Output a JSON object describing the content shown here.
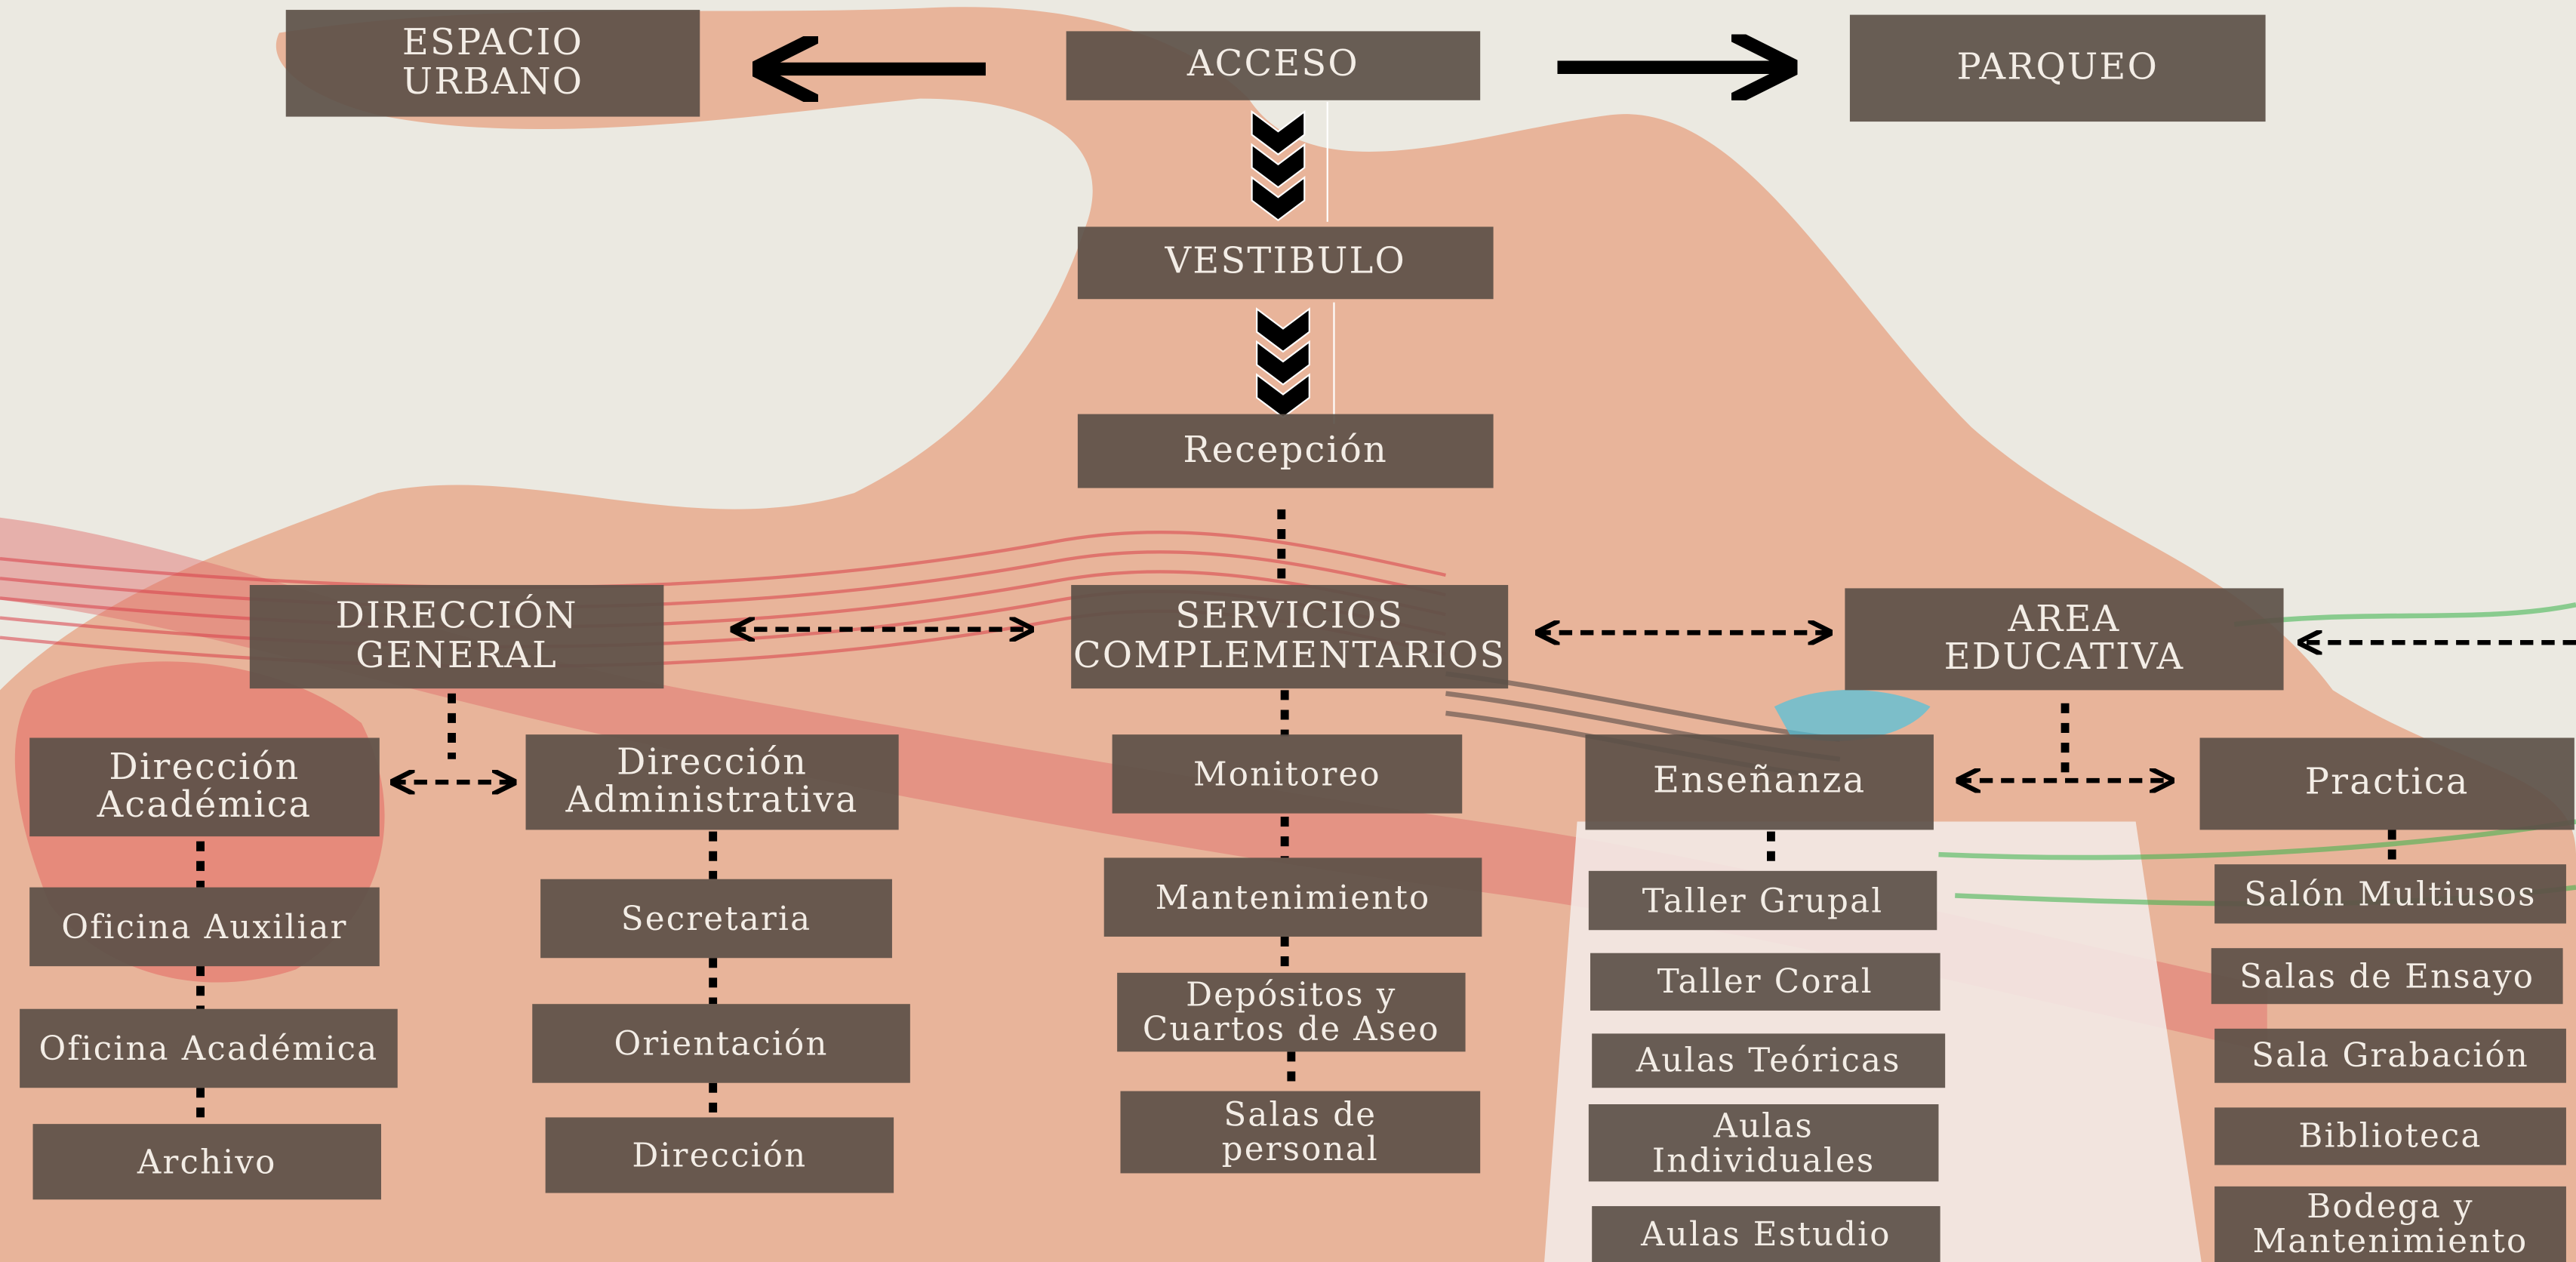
{
  "top": {
    "espacio_urbano": "ESPACIO\nURBANO",
    "acceso": "ACCESO",
    "parqueo": "PARQUEO",
    "vestibulo": "VESTIBULO",
    "recepcion": "Recepción"
  },
  "direccion_general": {
    "title": "DIRECCIÓN\nGENERAL",
    "academica": {
      "title": "Dirección\nAcadémica",
      "items": [
        "Oficina Auxiliar",
        "Oficina Académica",
        "Archivo"
      ]
    },
    "administrativa": {
      "title": "Dirección\nAdministrativa",
      "items": [
        "Secretaria",
        "Orientación",
        "Dirección"
      ]
    }
  },
  "servicios": {
    "title": "SERVICIOS\nCOMPLEMENTARIOS",
    "items": [
      "Monitoreo",
      "Mantenimiento",
      "Depósitos y\nCuartos de Aseo",
      "Salas de\npersonal"
    ]
  },
  "area_educativa": {
    "title": "AREA\nEDUCATIVA",
    "ensenanza": {
      "title": "Enseñanza",
      "items": [
        "Taller Grupal",
        "Taller Coral",
        "Aulas Teóricas",
        "Aulas\nIndividuales",
        "Aulas Estudio"
      ]
    },
    "practica": {
      "title": "Practica",
      "items": [
        "Salón Multiusos",
        "Salas de Ensayo",
        "Sala Grabación",
        "Biblioteca",
        "Bodega y\nMantenimiento"
      ]
    }
  },
  "colors": {
    "background": "#ebe9e1",
    "splash": "#e5a98c",
    "box": "#5c5048",
    "text": "#f3ede6",
    "connector": "#000000"
  }
}
